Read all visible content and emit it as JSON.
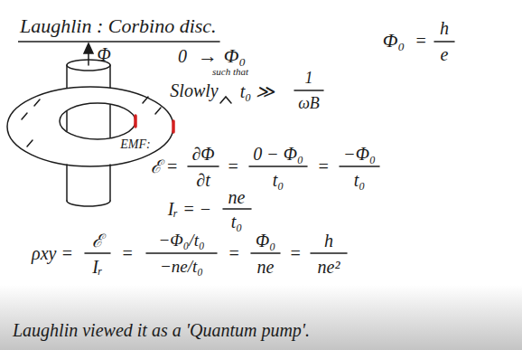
{
  "diagram": {
    "title": "Laughlin : Corbino disc.",
    "labels": [
      "Φ",
      "Φ₀",
      "=",
      "h",
      "e",
      "0",
      "→",
      "Φ₀",
      "such that",
      "Slowly",
      "t₀ ≫",
      "1",
      "ωB",
      "EMF:",
      "ℰ =",
      "∂Φ",
      "∂t",
      "=",
      "0 − Φ₀",
      "t₀",
      "=",
      "−Φ₀",
      "t₀",
      "Iᵣ = −",
      "ne",
      "t₀",
      "ρxy =",
      "ℰ",
      "Iᵣ",
      "=",
      "−Φ₀/t₀",
      "−ne/t₀",
      "=",
      "Φ₀",
      "ne",
      "=",
      "h",
      "ne²",
      "Laughlin viewed it as a 'Quantum pump'."
    ]
  }
}
